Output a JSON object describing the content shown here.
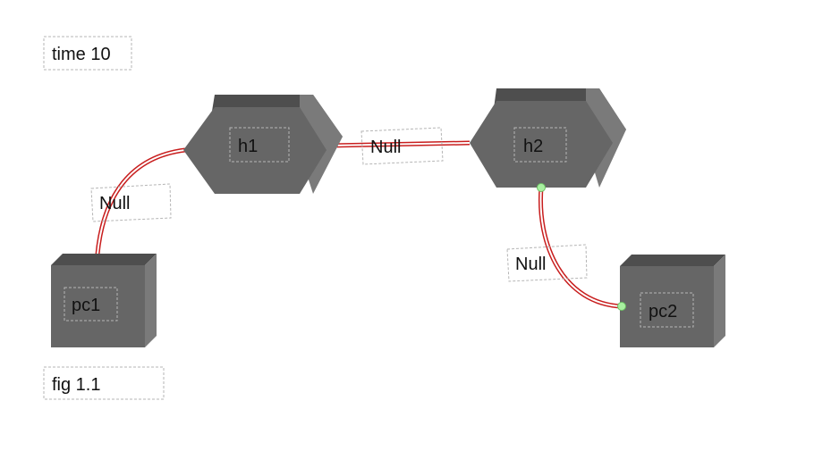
{
  "time_label": "time 10",
  "figure_label": "fig 1.1",
  "nodes": {
    "h1": "h1",
    "h2": "h2",
    "pc1": "pc1",
    "pc2": "pc2"
  },
  "links": {
    "h1_h2": "Null",
    "h1_pc1": "Null",
    "h2_pc2": "Null"
  },
  "colors": {
    "node_front": "#666666",
    "node_top": "#4e4e4e",
    "node_side": "#7a7a7a",
    "link": "#c81e1e",
    "endpoint": "#a8f0a0"
  }
}
